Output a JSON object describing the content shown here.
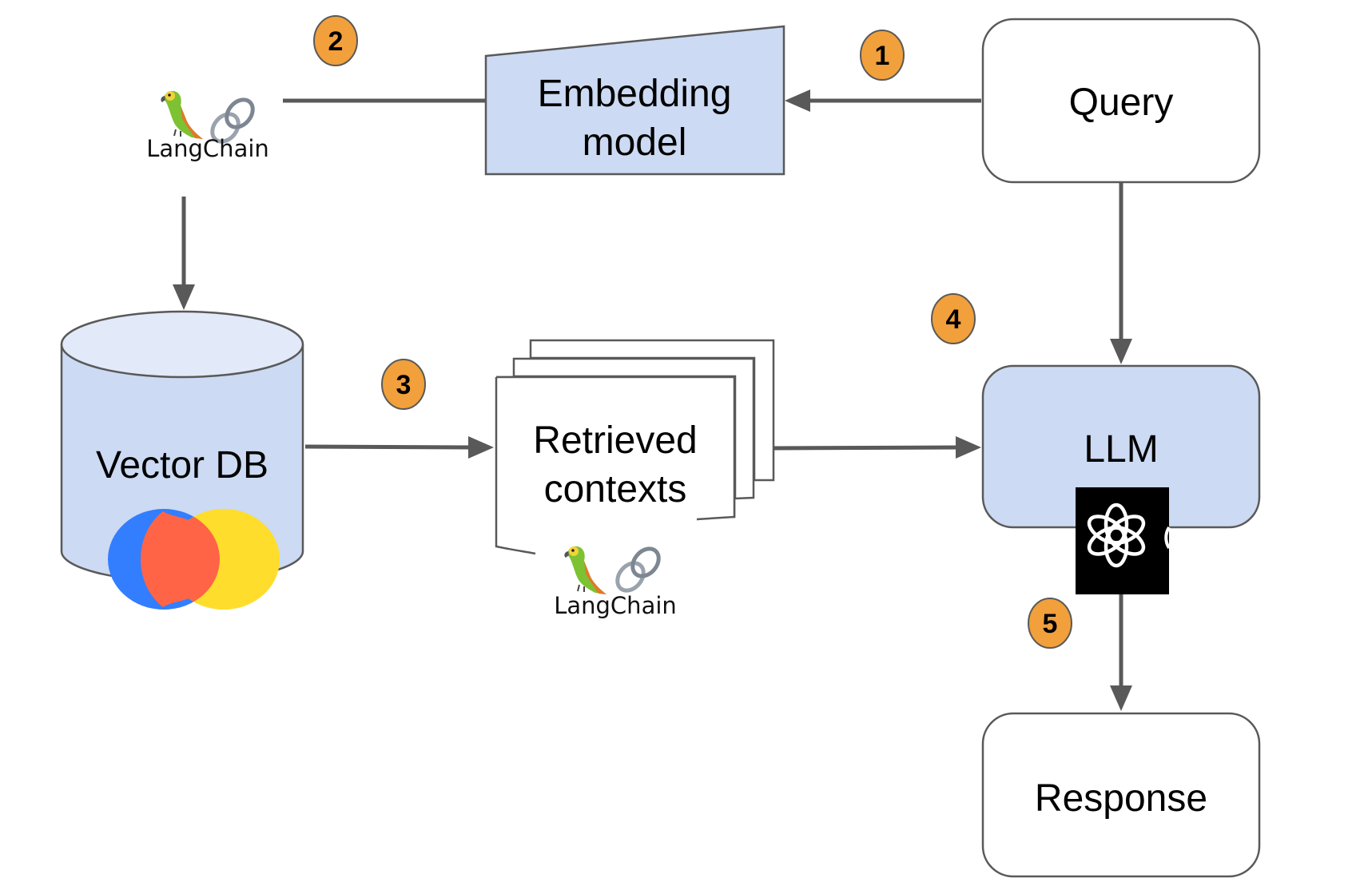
{
  "diagram": {
    "type": "RAG pipeline flow",
    "colors": {
      "blue_fill": "#ccdaf3",
      "blue_top": "#e2e9f8",
      "white_fill": "#ffffff",
      "stroke": "#595959",
      "badge_fill": "#f1a03b",
      "chroma_blue": "#327eff",
      "chroma_red": "#ff6446",
      "chroma_yellow": "#ffdd2c",
      "openai_bg": "#000000"
    },
    "nodes": {
      "query": "Query",
      "embedding_line1": "Embedding",
      "embedding_line2": "model",
      "vector_db": "Vector DB",
      "retrieved_line1": "Retrieved",
      "retrieved_line2": "contexts",
      "llm": "LLM",
      "response": "Response"
    },
    "logos": {
      "langchain_top": "LangChain",
      "langchain_bottom": "LangChain",
      "vector_db_logo": "chroma-logo",
      "llm_logo": "openai-logo"
    },
    "steps": [
      "1",
      "2",
      "3",
      "4",
      "5"
    ],
    "edges": [
      {
        "from": "Query",
        "to": "Embedding model",
        "step": "1"
      },
      {
        "from": "Embedding model",
        "to": "LangChain",
        "step": "2"
      },
      {
        "from": "LangChain",
        "to": "Vector DB"
      },
      {
        "from": "Vector DB",
        "to": "Retrieved contexts",
        "step": "3"
      },
      {
        "from": "Retrieved contexts",
        "to": "LLM",
        "step": "4"
      },
      {
        "from": "Query",
        "to": "LLM"
      },
      {
        "from": "LLM",
        "to": "Response",
        "step": "5"
      }
    ]
  }
}
